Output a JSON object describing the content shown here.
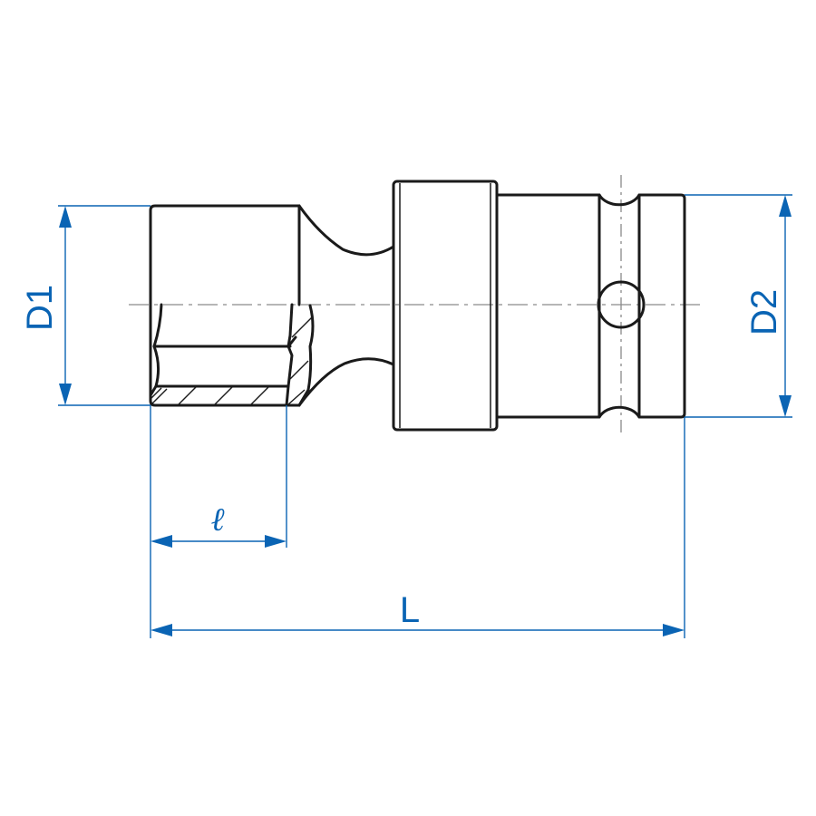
{
  "drawing": {
    "subject": "Universal joint impact socket (side view, half section)",
    "line_color": "#1a1a1a",
    "dimension_color": "#0a64b4",
    "centerline_color": "#8a8a8a"
  },
  "dimensions": {
    "d1": {
      "label": "D1",
      "description": "socket head outer diameter"
    },
    "d2": {
      "label": "D2",
      "description": "drive end outer diameter"
    },
    "l_small": {
      "label": "ℓ",
      "description": "socket depth"
    },
    "l_total": {
      "label": "L",
      "description": "overall length"
    }
  }
}
